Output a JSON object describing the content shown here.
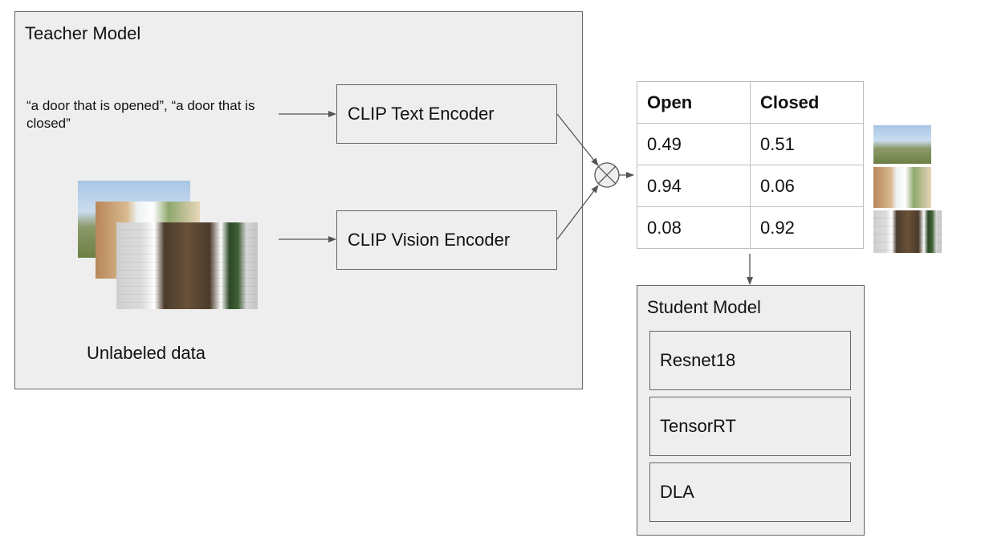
{
  "teacher": {
    "title": "Teacher Model",
    "prompt_text": "“a door that is opened”, “a door that is closed”",
    "unlabeled_label": "Unlabeled data",
    "text_encoder_label": "CLIP Text Encoder",
    "vision_encoder_label": "CLIP Vision Encoder"
  },
  "scores": {
    "headers": [
      "Open",
      "Closed"
    ],
    "rows": [
      [
        "0.49",
        "0.51"
      ],
      [
        "0.94",
        "0.06"
      ],
      [
        "0.08",
        "0.92"
      ]
    ]
  },
  "student": {
    "title": "Student Model",
    "items": [
      "Resnet18",
      "TensorRT",
      "DLA"
    ]
  },
  "colors": {
    "box_fill": "#eeeeee",
    "box_border": "#666666",
    "arrow": "#555555"
  }
}
